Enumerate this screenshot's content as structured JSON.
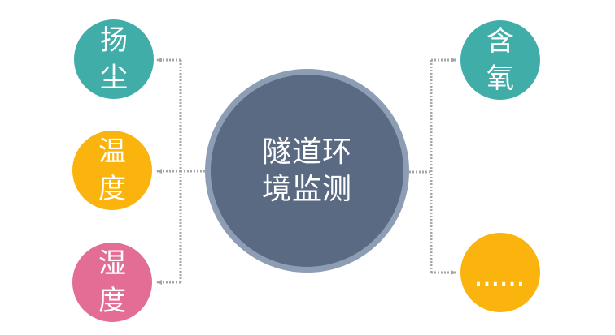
{
  "center": {
    "label": "隧道环境监测",
    "color": "#5a6a82",
    "ring_color": "#8d9db3"
  },
  "left_nodes": [
    {
      "label": "扬尘",
      "color": "#41ada9"
    },
    {
      "label": "温度",
      "color": "#fbb30d"
    },
    {
      "label": "湿度",
      "color": "#e36d95"
    }
  ],
  "right_nodes": [
    {
      "label": "含氧",
      "color": "#41ada9"
    },
    {
      "label": "......",
      "color": "#fbb30d"
    }
  ],
  "connector_color": "#a6a6a6"
}
